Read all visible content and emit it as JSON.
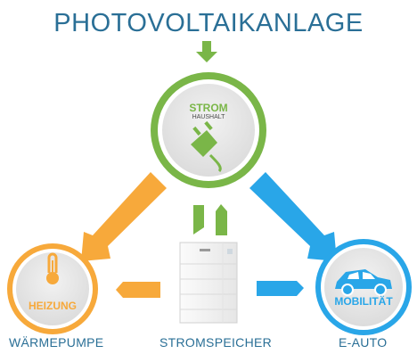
{
  "title": "PHOTOVOLTAIKANLAGE",
  "nodes": {
    "strom": {
      "label": "STROM",
      "sublabel": "HAUSHALT",
      "color": "#7ab648"
    },
    "heizung": {
      "label": "HEIZUNG",
      "caption": "WÄRMEPUMPE",
      "color": "#f7a93b"
    },
    "mobilitaet": {
      "label": "MOBILITÄT",
      "caption": "E-AUTO",
      "color": "#29a6e8"
    },
    "speicher": {
      "caption": "STROMSPEICHER"
    }
  },
  "colors": {
    "title": "#2a6f96",
    "green": "#7ab648",
    "orange": "#f7a93b",
    "blue": "#29a6e8",
    "circle_fill": "#e6e7e8"
  },
  "icons": [
    "plug-icon",
    "thermometer-icon",
    "car-icon",
    "battery-storage-icon"
  ]
}
